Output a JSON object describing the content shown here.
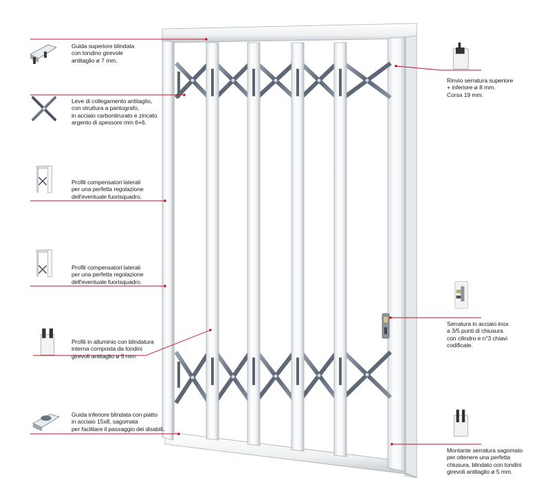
{
  "diagram": {
    "accent_color": "#c8102e",
    "left_callouts": [
      {
        "id": "guida-superiore",
        "lines": [
          "Guida superiore blindata",
          "con tondino girevole",
          "antitaglio ø 7 mm."
        ],
        "icon": "top-rail-profile-icon"
      },
      {
        "id": "leve-collegamento",
        "lines": [
          "Leve di collegamento antitaglio,",
          "con struttura a pantografo,",
          "in acciaio carbonitrurato e zincato",
          "argento di spessore mm 6+6."
        ],
        "icon": "cross-lever-icon"
      },
      {
        "id": "profili-compensatori-1",
        "lines": [
          "Profili compensatori laterali",
          "per una perfetta regolazione",
          "dell'eventuale fuorisquadro."
        ],
        "icon": "side-profile-icon"
      },
      {
        "id": "profili-compensatori-2",
        "lines": [
          "Profili compensatori laterali",
          "per una perfetta regolazione",
          "dell'eventuale fuorisquadro."
        ],
        "icon": "side-profile-icon"
      },
      {
        "id": "profili-alluminio",
        "lines": [
          "Profili in alluminio con blindatura",
          "interna composta da tondini",
          "girevoli antitaglio ø 5 mm."
        ],
        "icon": "aluminium-profile-icon"
      },
      {
        "id": "guida-inferiore",
        "lines": [
          "Guida inferiore blindata con piatto",
          "in acciaio 15x8, sagomata",
          "per facilitare il passaggio dei disabili."
        ],
        "icon": "bottom-rail-profile-icon"
      }
    ],
    "right_callouts": [
      {
        "id": "rinvio-serratura",
        "lines": [
          "Rinvio serratura superiore",
          "+ inferiore ø 8 mm.",
          "Corsa 19 mm."
        ],
        "icon": "lock-rod-icon"
      },
      {
        "id": "serratura",
        "lines": [
          "Serratura in acciaio inox",
          "a 3/5 punti di chiusura",
          "con cilindro e n°3 chiavi",
          "codificate."
        ],
        "icon": "lock-cylinder-icon"
      },
      {
        "id": "montante",
        "lines": [
          "Montante serratura sagomato",
          "per ottenere una perfetta",
          "chiusura, blindato con tondini",
          "girevoli antitaglio ø 5 mm."
        ],
        "icon": "lock-post-icon"
      }
    ]
  }
}
